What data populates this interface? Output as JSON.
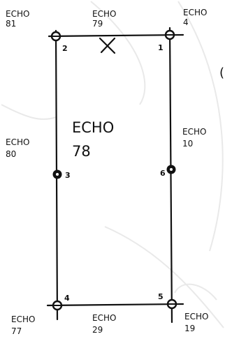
{
  "diagram": {
    "labels": {
      "echo_81": "ECHO\n81",
      "echo_79": "ECHO\n79",
      "echo_4": "ECHO\n4",
      "echo_80": "ECHO\n80",
      "echo_78": "ECHO\n78",
      "echo_10": "ECHO\n10",
      "echo_77": "ECHO\n77",
      "echo_29": "ECHO\n29",
      "echo_19": "ECHO\n19"
    },
    "points": {
      "p1": "1",
      "p2": "2",
      "p3": "3",
      "p4": "4",
      "p5": "5",
      "p6": "6"
    },
    "mark": "X",
    "edge_glyph": "("
  }
}
